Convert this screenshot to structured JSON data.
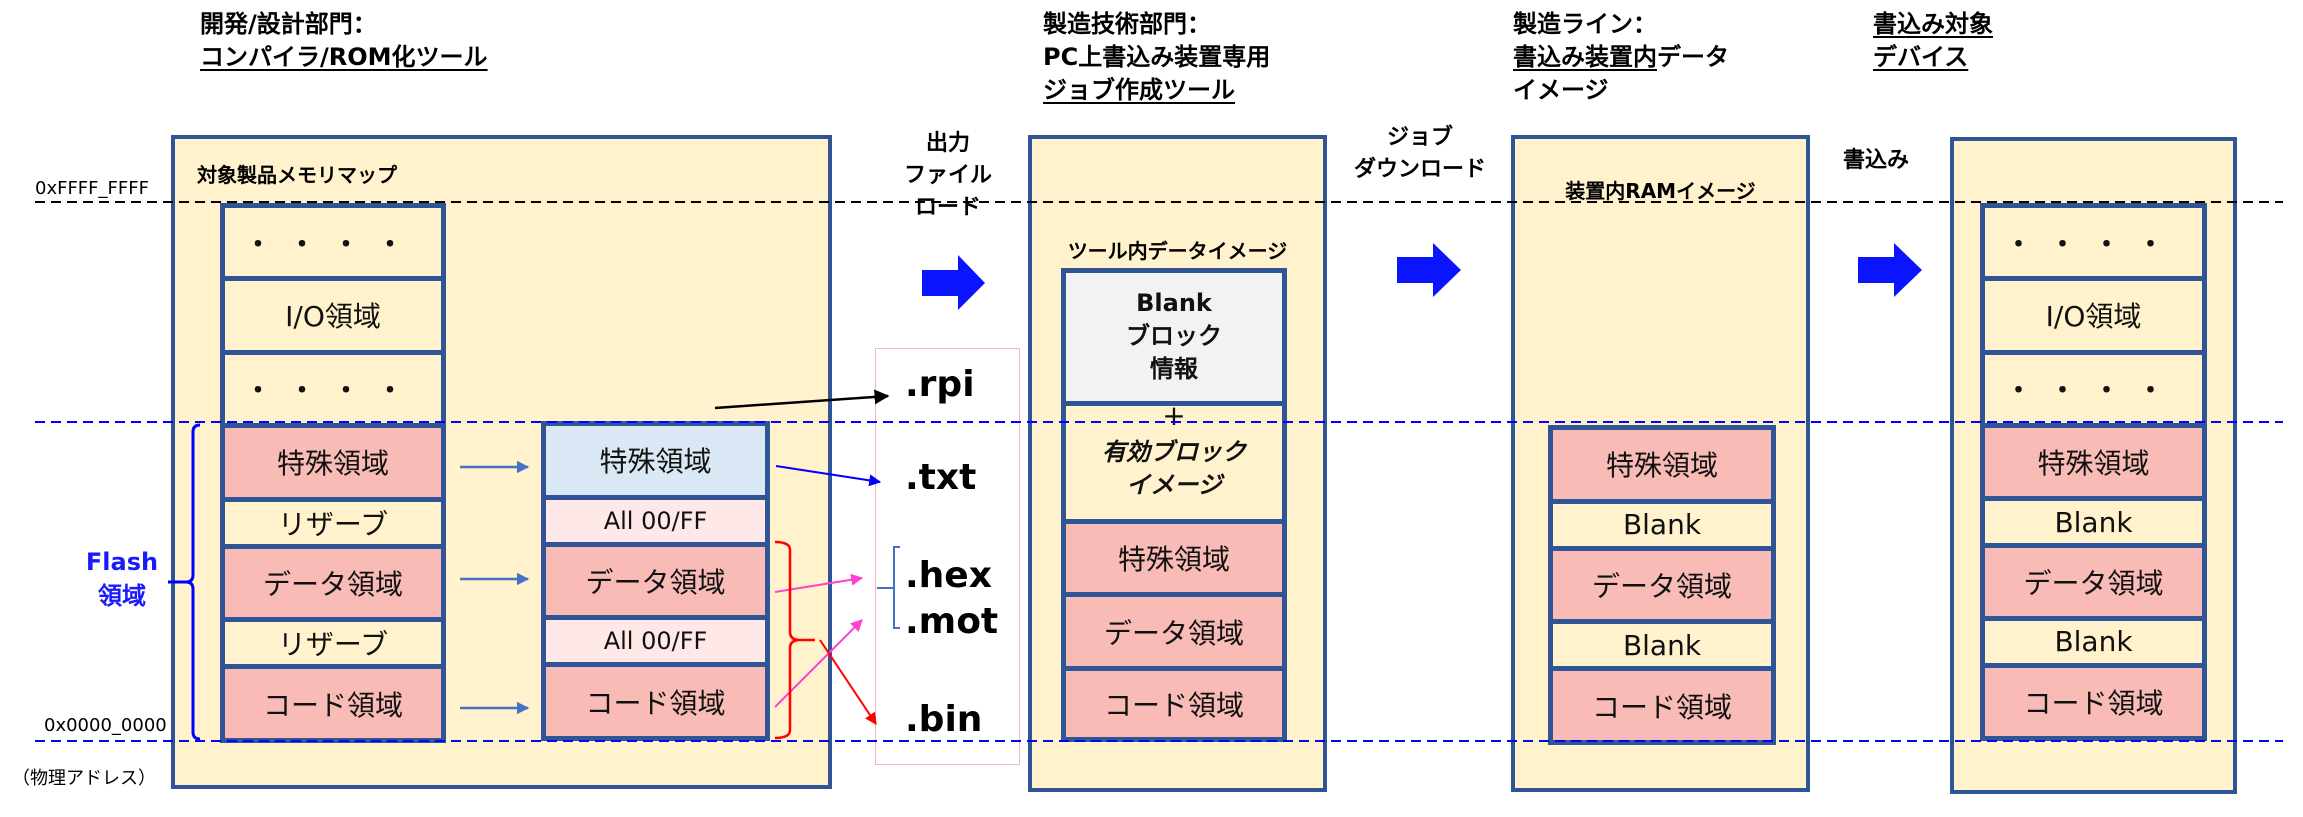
{
  "headers": {
    "dev": {
      "line1": "開発/設計部門：",
      "line2": "コンパイラ/ROM化ツール"
    },
    "mfg_eng": {
      "line1": "製造技術部門：",
      "line2": "PC上書込み装置専用",
      "line3": "ジョブ作成ツール"
    },
    "prod_line": {
      "line1": "製造ライン：",
      "line2_underlined": "書込み装置内",
      "line2_rest": "データ",
      "line3": "イメージ"
    },
    "target": {
      "line1": "書込み対象",
      "line2": "デバイス"
    }
  },
  "addresses": {
    "top": "0xFFFF_FFFF",
    "bottom": "0x0000_0000",
    "note": "（物理アドレス）"
  },
  "flash_label": {
    "line1": "Flash",
    "line2": "領域"
  },
  "memory_map": {
    "title": "対象製品メモリマップ",
    "upper_cells": [
      "・・・・",
      "I/O領域",
      "・・・・"
    ],
    "flash_cells": [
      "特殊領域",
      "リザーブ",
      "データ領域",
      "リザーブ",
      "コード領域"
    ],
    "rom_output_cells": [
      "特殊領域",
      "All 00/FF",
      "データ領域",
      "All 00/FF",
      "コード領域"
    ]
  },
  "transfer_labels": {
    "output_file_load": [
      "出力",
      "ファイル",
      "ロード"
    ],
    "job_download": [
      "ジョブ",
      "ダウンロード"
    ],
    "write": "書込み"
  },
  "file_extensions": [
    ".rpi",
    ".txt",
    ".hex",
    ".mot",
    ".bin"
  ],
  "tool_image": {
    "title": "ツール内データイメージ",
    "blank_info": [
      "Blank",
      "ブロック",
      "情報"
    ],
    "plus": "+",
    "valid_block": [
      "有効ブロック",
      "イメージ"
    ],
    "cells": [
      "特殊領域",
      "データ領域",
      "コード領域"
    ]
  },
  "ram_image": {
    "title": "装置内RAMイメージ",
    "cells": [
      "特殊領域",
      "Blank",
      "データ領域",
      "Blank",
      "コード領域"
    ]
  },
  "target_device": {
    "upper_cells": [
      "・・・・",
      "I/O領域",
      "・・・・"
    ],
    "flash_cells": [
      "特殊領域",
      "Blank",
      "データ領域",
      "Blank",
      "コード領域"
    ]
  },
  "colors": {
    "box_fill": "#fff2cc",
    "box_border": "#2f5597",
    "region_red": "#f8bbb6",
    "special_blue": "#dae7f5",
    "fill_pink": "#ffe8e8",
    "blank_gray": "#f2f2f2",
    "flow_arrow": "#0a14ff",
    "flash_label": "#1a1aff"
  }
}
